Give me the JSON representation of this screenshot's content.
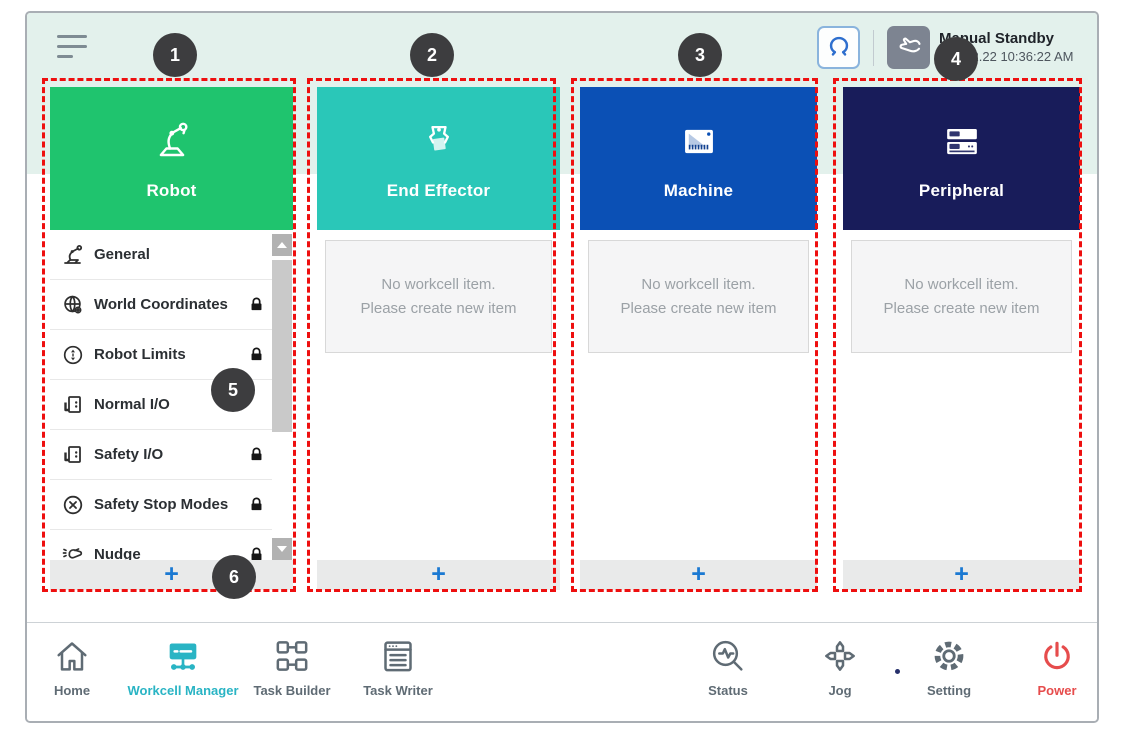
{
  "topbar": {
    "mode_label": "Manual Standby",
    "datetime": "2022.2.22 10:36:22 AM"
  },
  "columns": [
    {
      "title": "Robot",
      "add_label": "+",
      "items": [
        {
          "label": "General",
          "locked": false
        },
        {
          "label": "World Coordinates",
          "locked": true
        },
        {
          "label": "Robot Limits",
          "locked": true
        },
        {
          "label": "Normal I/O",
          "locked": false
        },
        {
          "label": "Safety I/O",
          "locked": true
        },
        {
          "label": "Safety Stop Modes",
          "locked": true
        },
        {
          "label": "Nudge",
          "locked": true
        }
      ]
    },
    {
      "title": "End Effector",
      "add_label": "+",
      "empty_line1": "No workcell item.",
      "empty_line2": "Please create new item"
    },
    {
      "title": "Machine",
      "add_label": "+",
      "empty_line1": "No workcell item.",
      "empty_line2": "Please create new item"
    },
    {
      "title": "Peripheral",
      "add_label": "+",
      "empty_line1": "No workcell item.",
      "empty_line2": "Please create new item"
    }
  ],
  "nav": [
    {
      "label": "Home",
      "active": false
    },
    {
      "label": "Workcell Manager",
      "active": true
    },
    {
      "label": "Task Builder",
      "active": false
    },
    {
      "label": "Task Writer",
      "active": false
    },
    {
      "label": "Status",
      "active": false
    },
    {
      "label": "Jog",
      "active": false
    },
    {
      "label": "Setting",
      "active": false
    },
    {
      "label": "Power",
      "active": false
    }
  ],
  "annotations": [
    "1",
    "2",
    "3",
    "4",
    "5",
    "6"
  ],
  "colors": {
    "top_band": "#e3f1ec",
    "robot": "#1fc46e",
    "end_effector": "#2ac7b8",
    "machine": "#0b50b5",
    "peripheral": "#181c5a",
    "active_nav": "#29b4c4",
    "power_red": "#e64c4c",
    "add_plus_blue": "#1b79d2",
    "annotation_red": "#ee0f0f",
    "annotation_circle": "#3d3d3f"
  }
}
